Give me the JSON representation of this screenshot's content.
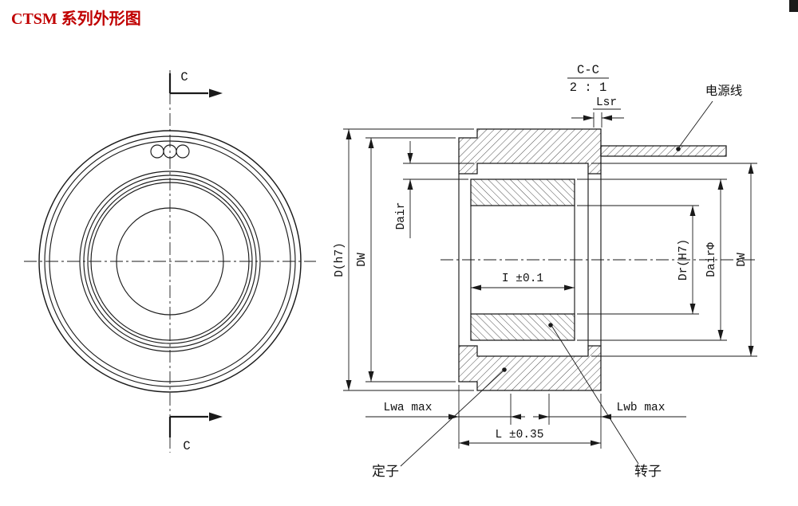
{
  "title": "CTSM 系列外形图",
  "front_view": {
    "section_mark_top": "C",
    "section_mark_bottom": "C"
  },
  "section": {
    "name": "C-C",
    "scale": "2 : 1",
    "dims": {
      "lsr": "Lsr",
      "d": "D(h7)",
      "dw_left": "DW",
      "dair": "Dair",
      "i": "I ±0.1",
      "dr": "Dr(H7)",
      "dair_dia": "DairΦ",
      "dw_right": "DW",
      "lwa": "Lwa max",
      "lwb": "Lwb max",
      "l": "L ±0.35"
    },
    "callouts": {
      "cable": "电源线",
      "stator": "定子",
      "rotor": "转子"
    }
  },
  "colors": {
    "title": "#c00000",
    "line": "#1a1a1a",
    "background": "#ffffff"
  }
}
